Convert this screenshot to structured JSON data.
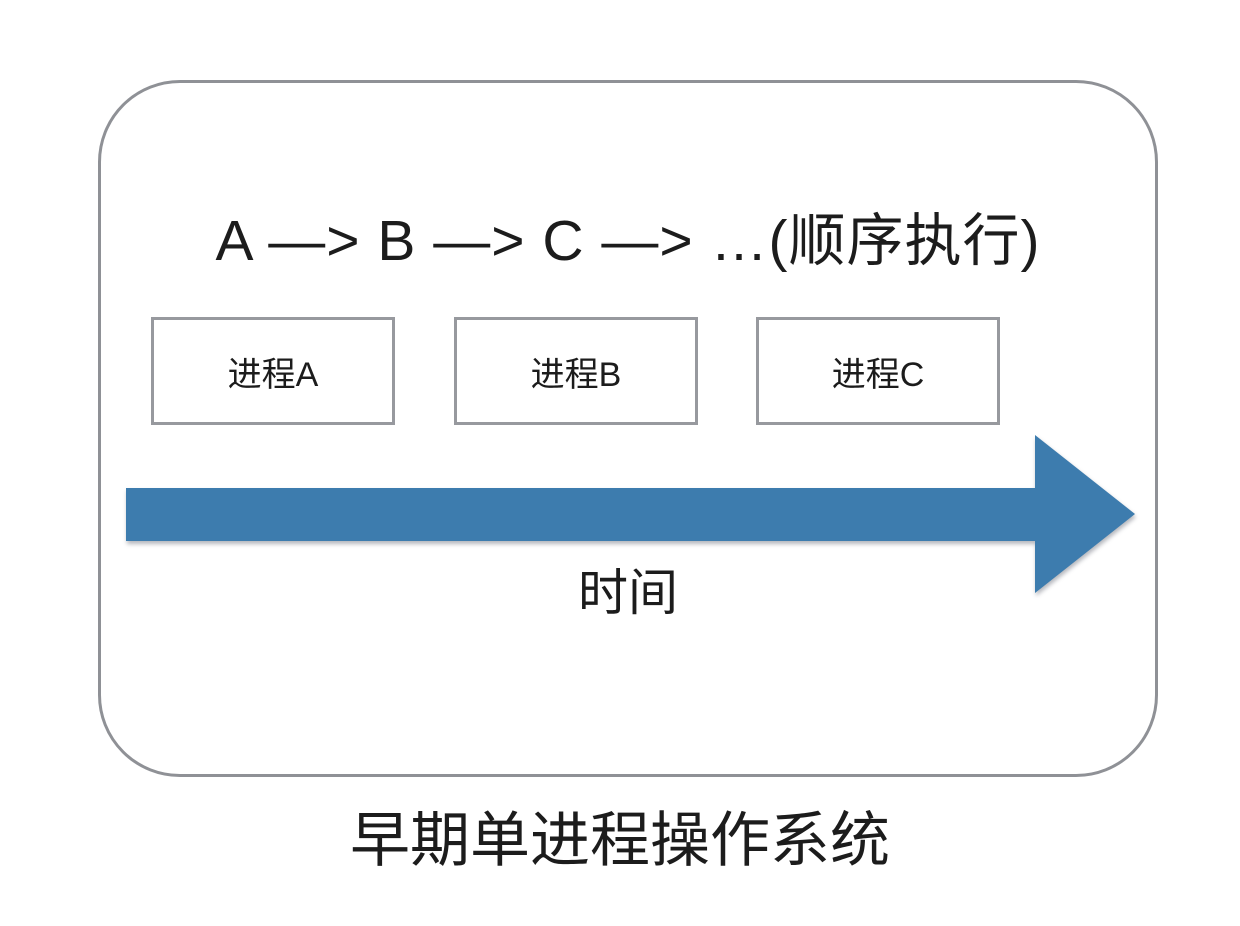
{
  "page": {
    "background": "#ffffff"
  },
  "diagram": {
    "sequence_title": "A —> B —> C —> …(顺序执行)",
    "process_boxes": [
      {
        "label": "进程A"
      },
      {
        "label": "进程B"
      },
      {
        "label": "进程C"
      }
    ],
    "timeline_label": "时间",
    "caption": "早期单进程操作系统",
    "colors": {
      "arrow_blue": "#3d7cae",
      "frame_gray": "#8f9196",
      "box_gray": "#97999e",
      "text_dark": "#1c1c1c",
      "page_bg": "#ffffff"
    }
  }
}
